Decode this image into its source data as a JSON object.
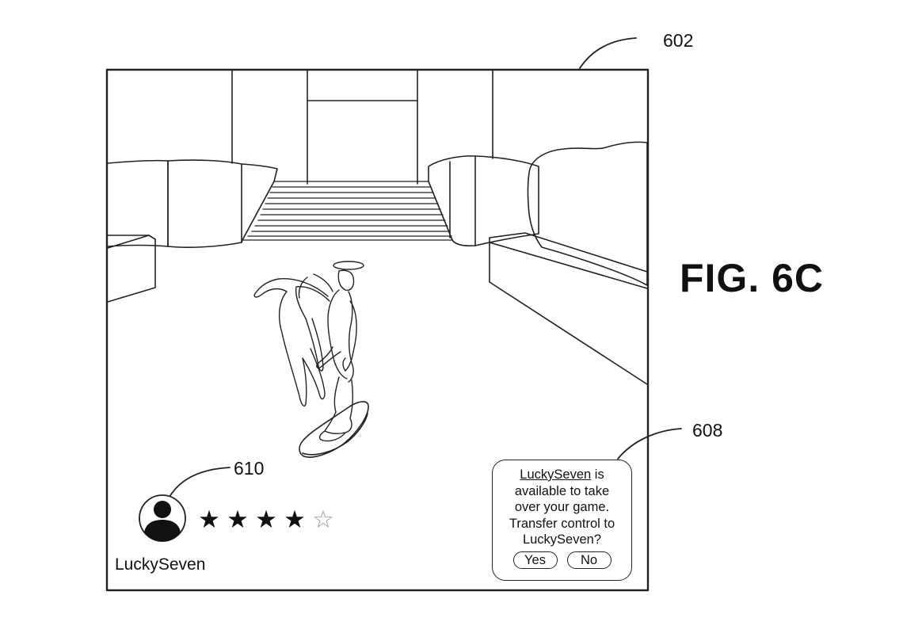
{
  "figure": {
    "label": "FIG. 6C",
    "screen_ref": "602",
    "dialog_ref": "608",
    "profile_ref": "610"
  },
  "profile": {
    "username": "LuckySeven",
    "rating": 4,
    "rating_max": 5,
    "stars": [
      "★",
      "★",
      "★",
      "★",
      "☆"
    ]
  },
  "dialog": {
    "name": "LuckySeven",
    "line1_suffix": " is",
    "line2": "available to take",
    "line3": "over your game.",
    "line4": "Transfer control to",
    "line5": "LuckySeven?",
    "yes_label": "Yes",
    "no_label": "No"
  }
}
